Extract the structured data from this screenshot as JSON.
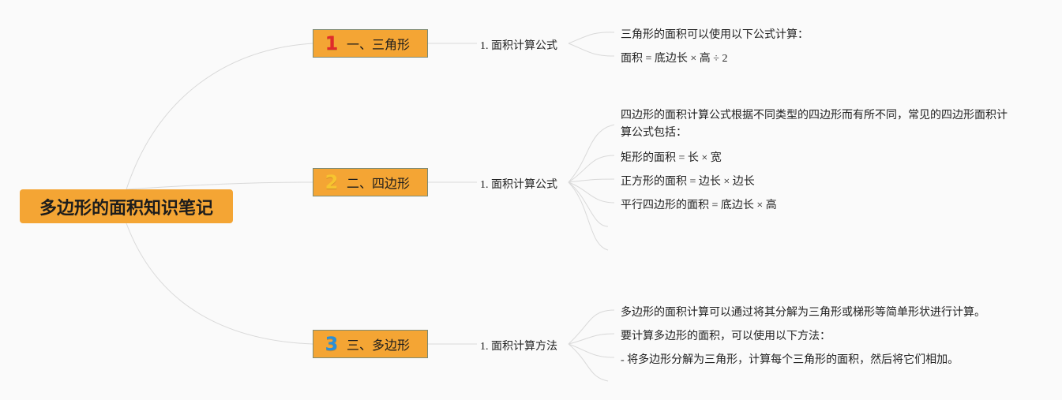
{
  "title": "多边形的面积知识笔记",
  "branches": [
    {
      "icon": "1",
      "icon_color": "#e02b2b",
      "label": "一、三角形",
      "sub_label": "1. 面积计算公式",
      "leaves": [
        "三角形的面积可以使用以下公式计算：",
        "面积 = 底边长 × 高 ÷ 2"
      ]
    },
    {
      "icon": "2",
      "icon_color": "#f7c42f",
      "label": "二、四边形",
      "sub_label": "1. 面积计算公式",
      "leaves": [
        "四边形的面积计算公式根据不同类型的四边形而有所不同，常见的四边形面积计算公式包括：",
        "矩形的面积 = 长 × 宽",
        "正方形的面积 = 边长 × 边长",
        "平行四边形的面积 = 底边长 × 高"
      ]
    },
    {
      "icon": "3",
      "icon_color": "#2a8fd6",
      "label": "三、多边形",
      "sub_label": "1. 面积计算方法",
      "leaves": [
        "多边形的面积计算可以通过将其分解为三角形或梯形等简单形状进行计算。",
        "要计算多边形的面积，可以使用以下方法：",
        "- 将多边形分解为三角形，计算每个三角形的面积，然后将它们相加。"
      ]
    }
  ],
  "colors": {
    "node_fill": "#f4a534",
    "connector": "#d6d6d6",
    "background": "#fafafa"
  }
}
